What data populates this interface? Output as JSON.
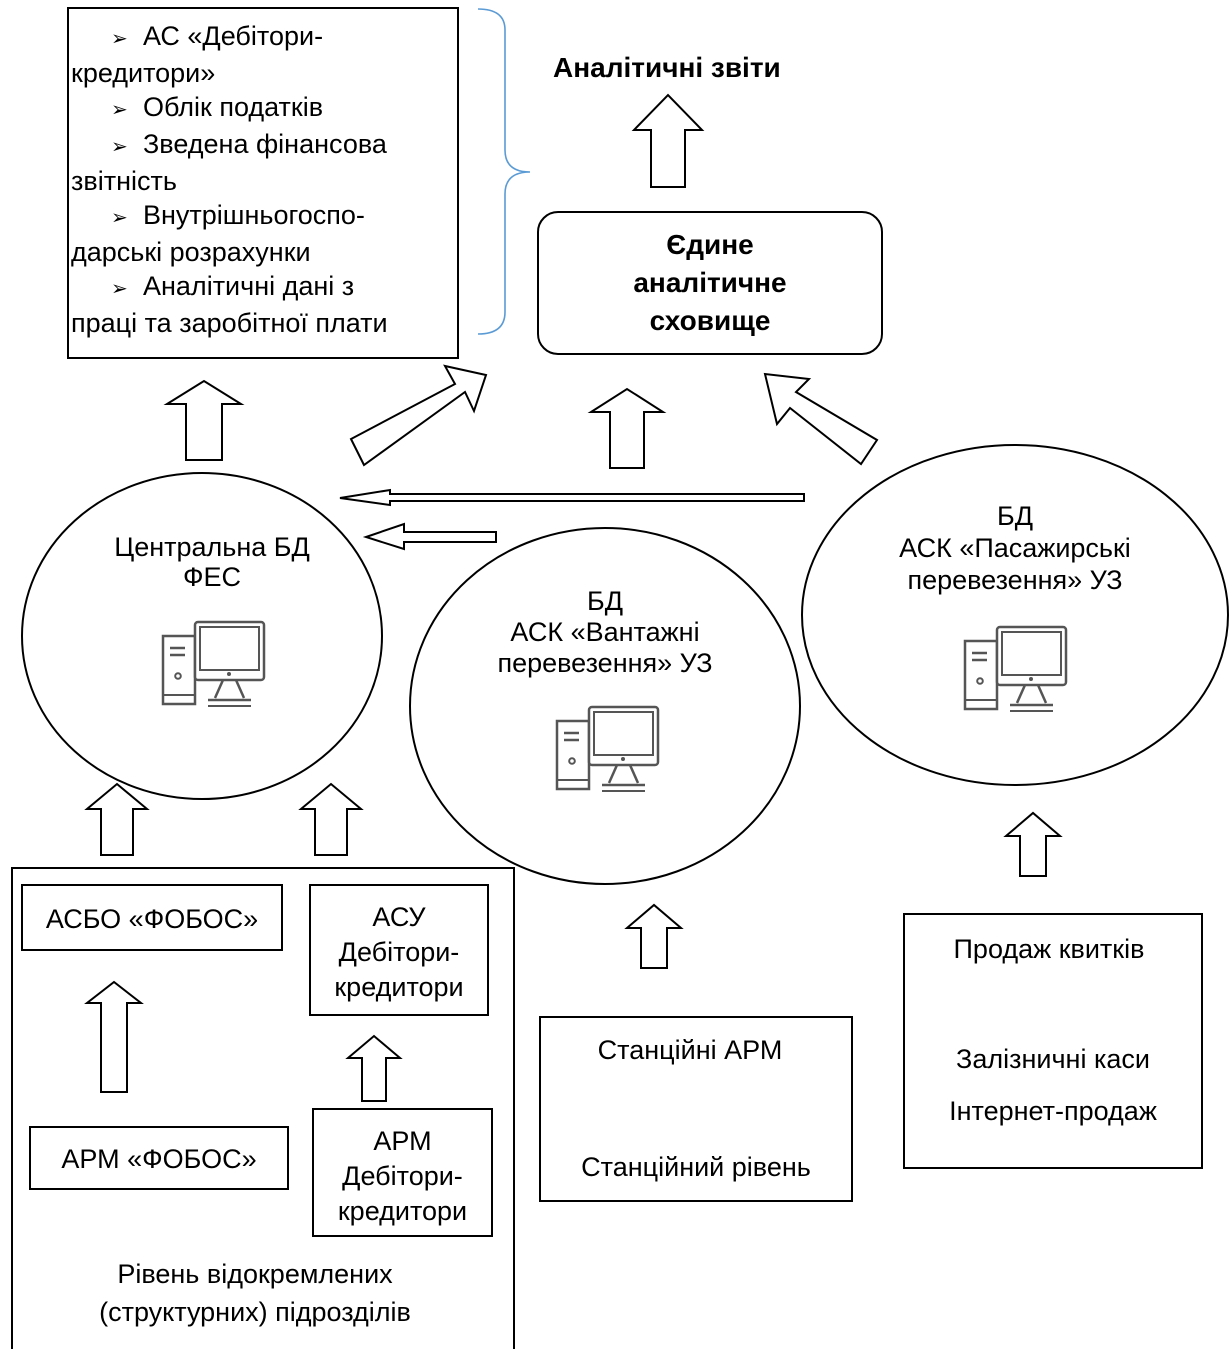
{
  "reports_title": "Аналітичні звіти",
  "warehouse": {
    "lines": [
      "Єдине",
      "аналітичне",
      "сховище"
    ]
  },
  "modules": [
    {
      "first": "АС «Дебітори-",
      "rest": "кредитори»"
    },
    {
      "first": "Облік податків",
      "rest": ""
    },
    {
      "first": "Зведена фінансова",
      "rest": "звітність"
    },
    {
      "first": "Внутрішньогоспо-",
      "rest": "дарські розрахунки"
    },
    {
      "first": "Аналітичні дані з",
      "rest": "праці та заробітної плати"
    }
  ],
  "bullet_marker": "➢",
  "central_db": {
    "lines": [
      "Центральна БД",
      "ФЕС"
    ]
  },
  "cargo_db": {
    "lines": [
      "БД",
      "АСК «Вантажні",
      "перевезення» УЗ"
    ]
  },
  "passenger_db": {
    "lines": [
      "БД",
      "АСК «Пасажирські",
      "перевезення» УЗ"
    ]
  },
  "asbo": "АСБО «ФОБОС»",
  "asu": {
    "lines": [
      "АСУ",
      "Дебітори-",
      "кредитори"
    ]
  },
  "arm_fobos": "АРМ «ФОБОС»",
  "arm_debtors": {
    "lines": [
      "АРМ",
      "Дебітори-",
      "кредитори"
    ]
  },
  "units_level": {
    "lines": [
      "Рівень відокремлених",
      "(структурних) підрозділів"
    ]
  },
  "station": {
    "arm": "Станційні АРМ",
    "level": "Станційний рівень"
  },
  "tickets": {
    "title": "Продаж квитків",
    "cash": "Залізничні каси",
    "online": "Інтернет-продаж"
  },
  "colors": {
    "stroke": "#000000",
    "brace": "#5b9bd5",
    "fill": "#ffffff"
  },
  "icons": [
    "computer-icon"
  ]
}
